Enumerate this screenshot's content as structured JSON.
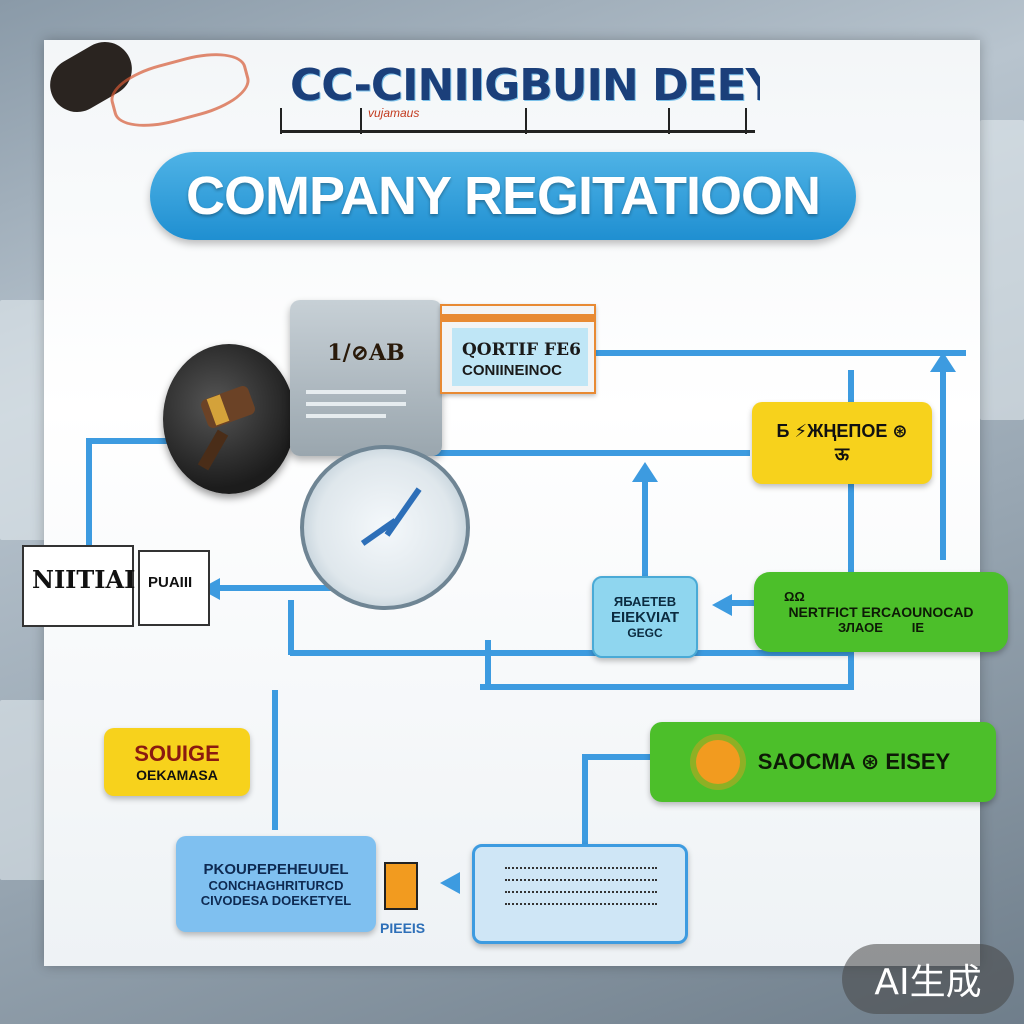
{
  "header": {
    "title": "CC-CINIIGBUIN DEEY",
    "subtitle": "vujamaus"
  },
  "banner": {
    "label": "COMPANY REGITATIOON"
  },
  "nodes": {
    "gray_box_label": "1/⊘AB",
    "certificate_line1": "QORTIF FE6",
    "certificate_line2": "CONIINEINOC",
    "yellow_top_line1": "Б ⚡ЖҢЕПОЕ ⊛",
    "yellow_top_line2": "ऊ",
    "cyan_mid_line1": "ЯБАЕТЕВ",
    "cyan_mid_line2": "ЕIEKVIAT",
    "cyan_mid_line3": "GEGC",
    "green_mid_line1": "ΩΩ",
    "green_mid_line2": "NERTFICT ERCAOUNOCAD",
    "green_mid_line3": "ЗЛАОЕ        IE",
    "green_low_label": "SAOCMA ⊛ EISEY",
    "doc_left_1": "NIITIAI",
    "doc_left_2": "PUAIII",
    "yellow_left_line1": "SOUIGE",
    "yellow_left_line2": "OEKAMASA",
    "blue_bottom_line1": "PKOUPEPEHEUUEL",
    "blue_bottom_line2": "CONCHAGHRITURCD",
    "blue_bottom_line3": "CIVODESA DOEKETYEL",
    "bottom_small": "PIEEIS"
  },
  "watermark": {
    "label": "AI生成"
  },
  "colors": {
    "banner_blue": "#1f8fd1",
    "connector_blue": "#3d9be0",
    "yellow": "#f7d21c",
    "green": "#4cbf2a",
    "light_blue": "#7fc0f0"
  }
}
